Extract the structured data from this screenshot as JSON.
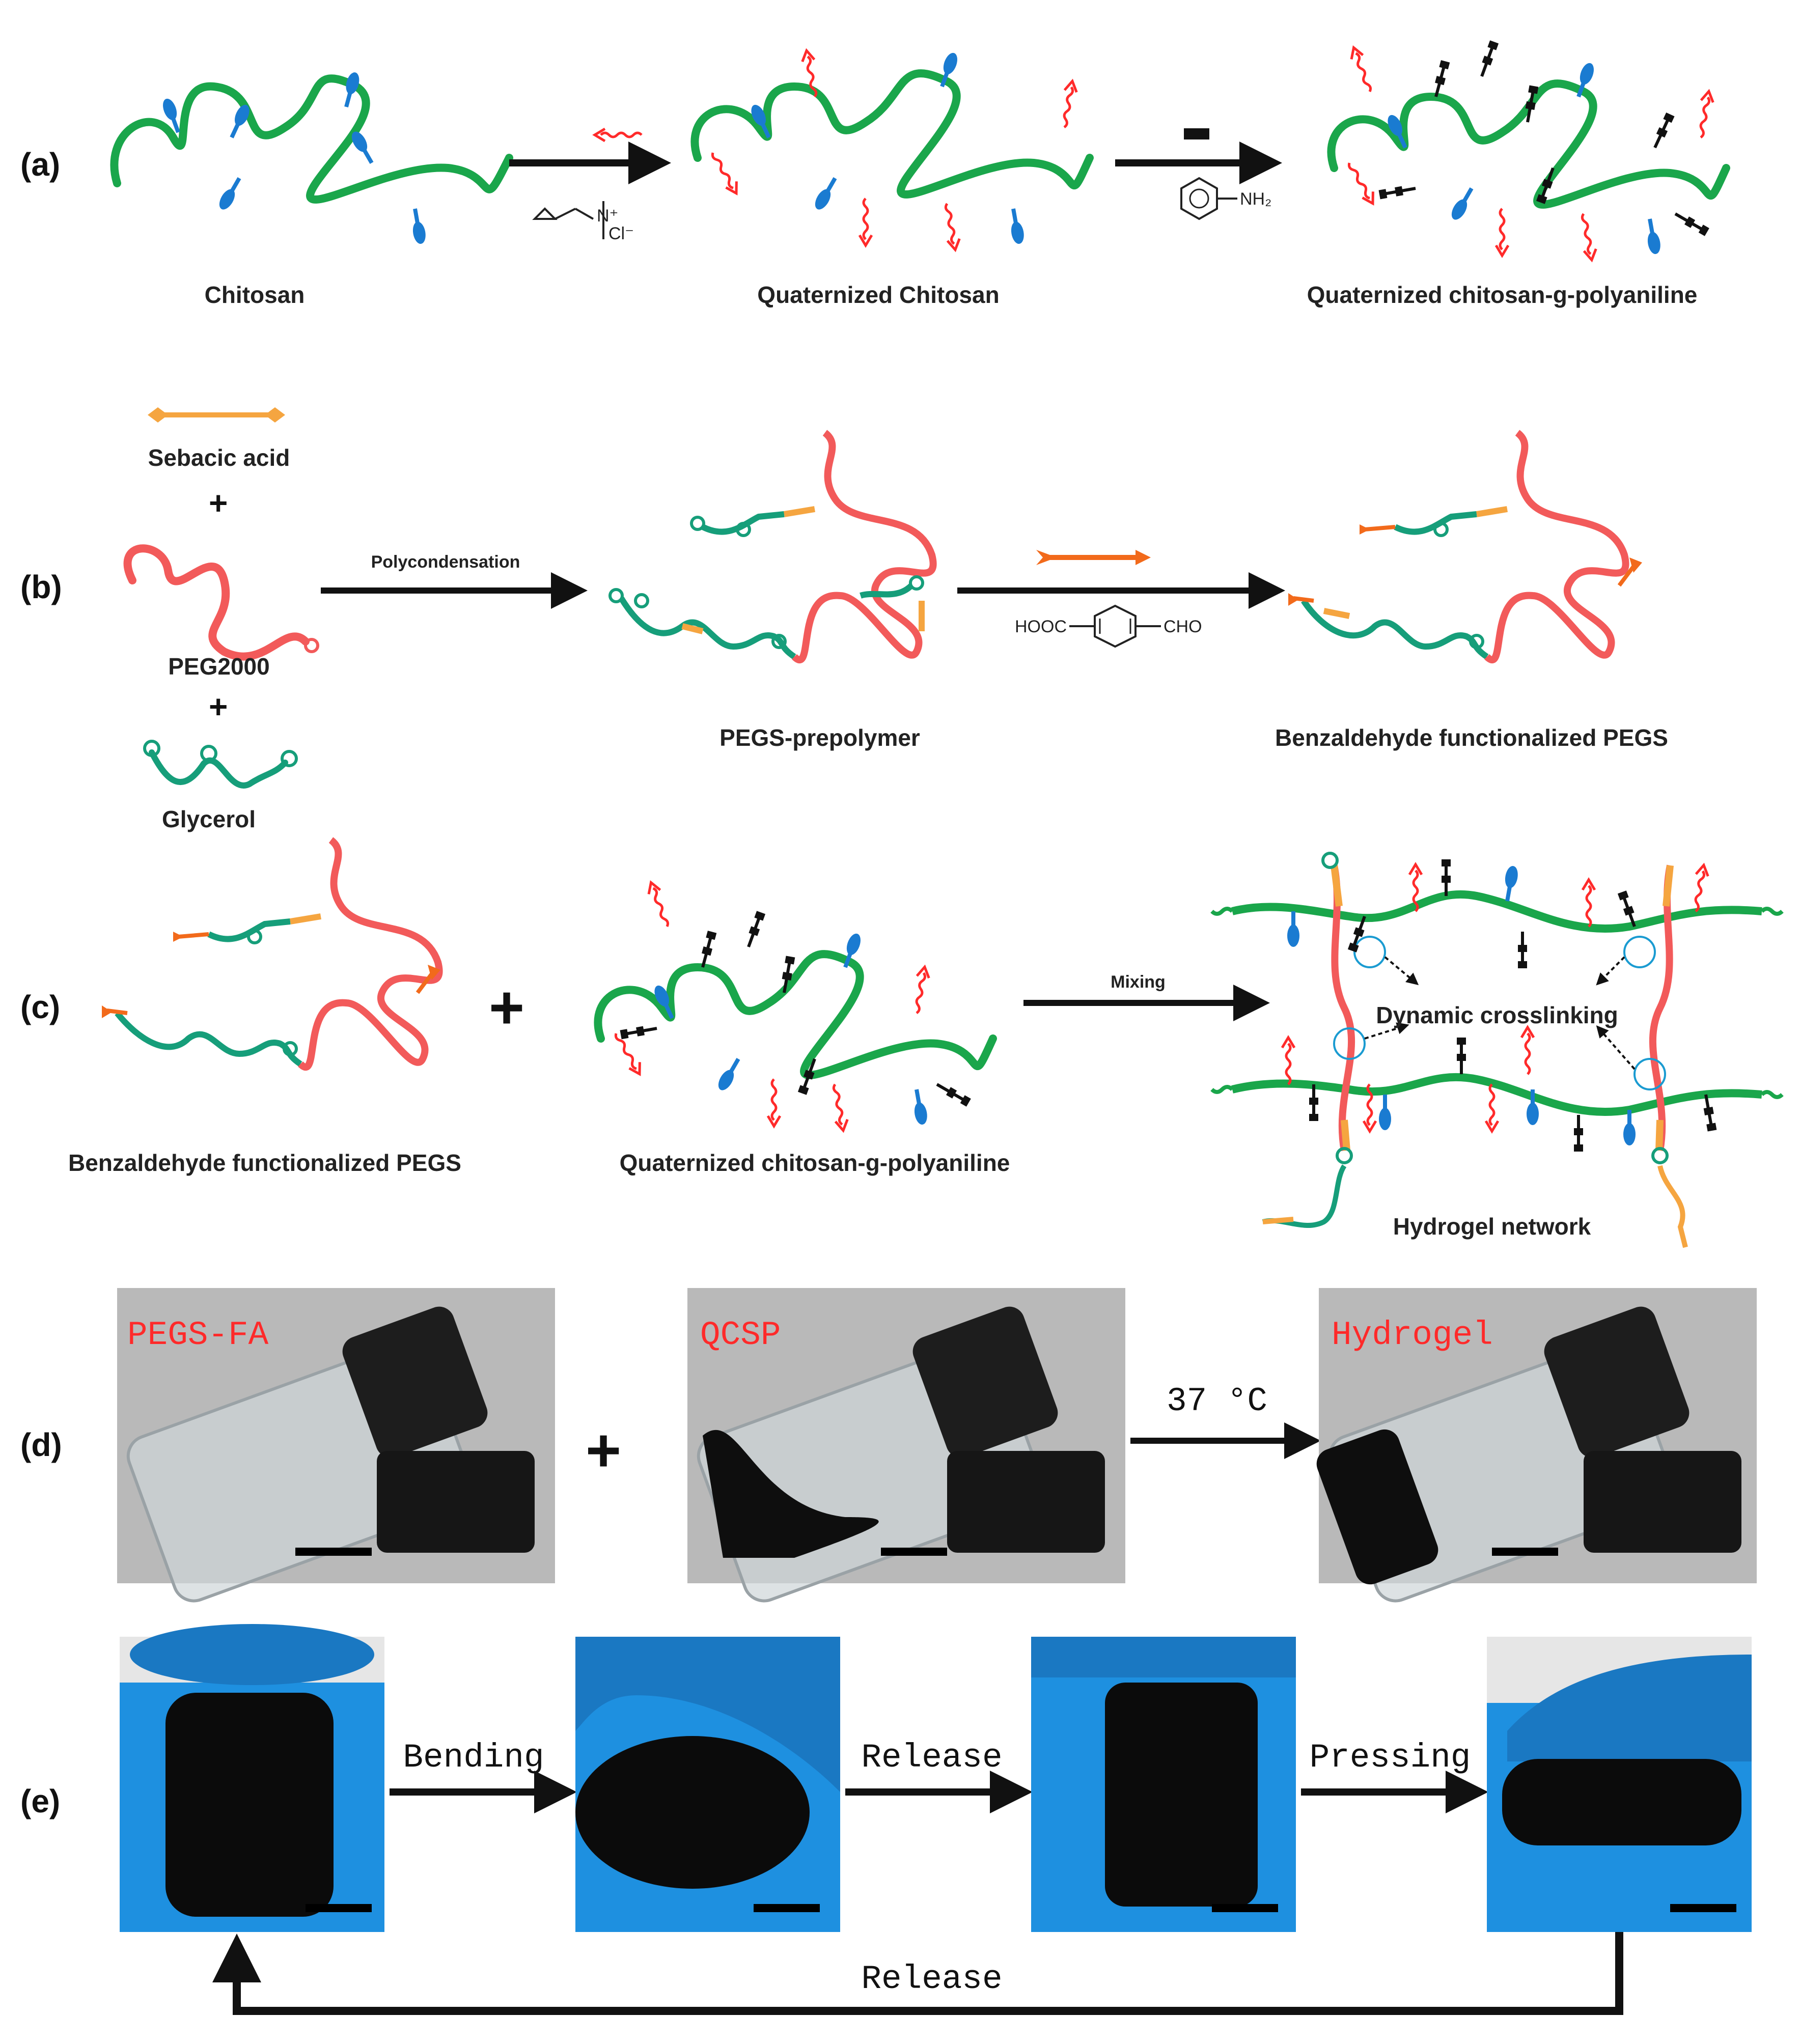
{
  "panels": {
    "a": {
      "label": "(a)",
      "chitosan": "Chitosan",
      "quaternized": "Quaternized Chitosan",
      "qcsp": "Quaternized chitosan-g-polyaniline",
      "reagent_nh2": "NH₂",
      "reagent_cl": "Cl⁻",
      "reagent_n": "N⁺"
    },
    "b": {
      "label": "(b)",
      "sebacic": "Sebacic acid",
      "peg": "PEG2000",
      "glycerol": "Glycerol",
      "polycondensation": "Polycondensation",
      "prepolymer": "PEGS-prepolymer",
      "hooc": "HOOC",
      "cho": "CHO",
      "benzaldehyde": "Benzaldehyde functionalized PEGS"
    },
    "c": {
      "label": "(c)",
      "benzaldehyde": "Benzaldehyde functionalized PEGS",
      "qcsp": "Quaternized chitosan-g-polyaniline",
      "mixing": "Mixing",
      "dynamic": "Dynamic crosslinking",
      "network": "Hydrogel network"
    },
    "d": {
      "label": "(d)",
      "photo1": "PEGS-FA",
      "photo2": "QCSP",
      "photo3": "Hydrogel",
      "condition": "37 °C"
    },
    "e": {
      "label": "(e)",
      "bending": "Bending",
      "release1": "Release",
      "pressing": "Pressing",
      "release2": "Release"
    }
  },
  "colors": {
    "chitosan_green": "#1aa64b",
    "peg_red": "#f25a5a",
    "glycerol_teal": "#169e7a",
    "sebacic_orange": "#f5a540",
    "blue_group": "#1a7bd1",
    "red_group": "#ff2a2a",
    "glove_blue": "#1e90e0",
    "photo_gray": "#b9b9b9"
  }
}
